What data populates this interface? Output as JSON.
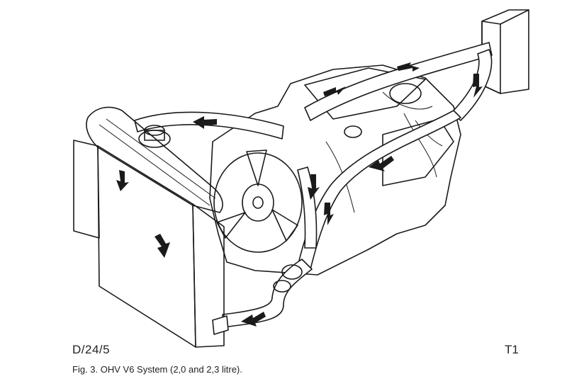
{
  "figure": {
    "ref_code": "D/24/5",
    "corner_mark": "T1",
    "caption": "Fig. 3. OHV V6 System (2,0 and 2,3 litre)."
  }
}
